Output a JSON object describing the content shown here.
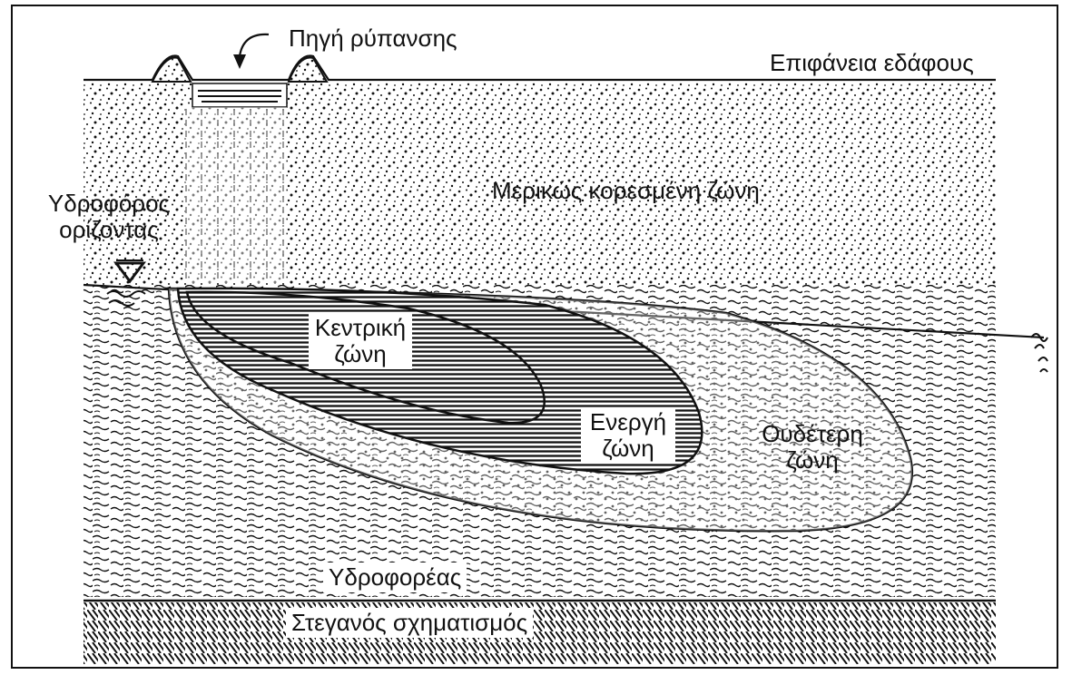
{
  "labels": {
    "source": "Πηγή ρύπανσης",
    "ground_surface": "Επιφάνεια εδάφους",
    "unsaturated_zone": "Μερικώς κορεσμένη ζώνη",
    "water_table_line1": "Υδροφόρος",
    "water_table_line2": "ορίζοντας",
    "central_zone_line1": "Κεντρική",
    "central_zone_line2": "ζώνη",
    "active_zone_line1": "Ενεργή",
    "active_zone_line2": "ζώνη",
    "neutral_zone_line1": "Ουδέτερη",
    "neutral_zone_line2": "ζώνη",
    "aquifer": "Υδροφορέας",
    "impermeable_layer": "Στεγανός σχηματισμός"
  },
  "icons": {
    "water_table_marker": "inverted-triangle-icon",
    "source_pointer": "arrow-down-icon"
  },
  "colors": {
    "ink": "#111111",
    "background": "#ffffff"
  }
}
